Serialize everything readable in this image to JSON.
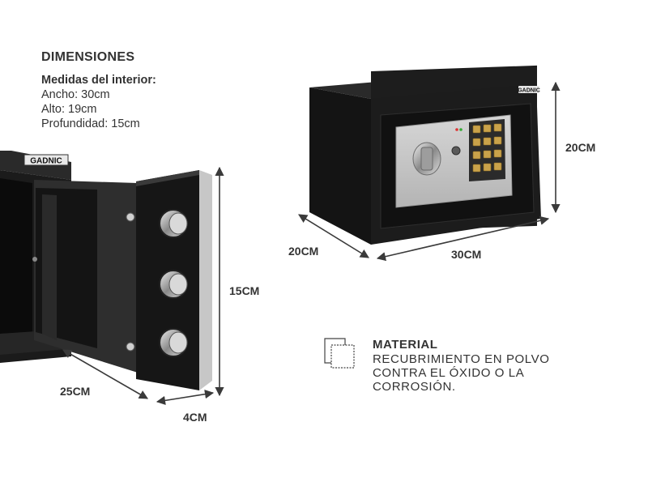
{
  "dimensions": {
    "title": "DIMENSIONES",
    "interior_heading": "Medidas del interior:",
    "width": "Ancho: 30cm",
    "height": "Alto: 19cm",
    "depth": "Profundidad: 15cm"
  },
  "closed_safe": {
    "brand": "GADNIC",
    "height_label": "20CM",
    "depth_label": "20CM",
    "width_label": "30CM"
  },
  "open_safe": {
    "brand": "GADNIC",
    "door_height_label": "15CM",
    "door_width_label": "25CM",
    "door_thickness_label": "4CM"
  },
  "material": {
    "title": "MATERIAL",
    "lines": [
      "RECUBRIMIENTO EN POLVO",
      "CONTRA EL ÓXIDO O LA",
      "CORROSIÓN."
    ],
    "icon": "layers-icon"
  },
  "colors": {
    "safe_body": "#1a1a1a",
    "panel": "#c9c9c9",
    "keypad_button": "#c9a24a",
    "dimension_line": "#3a3a3a"
  }
}
